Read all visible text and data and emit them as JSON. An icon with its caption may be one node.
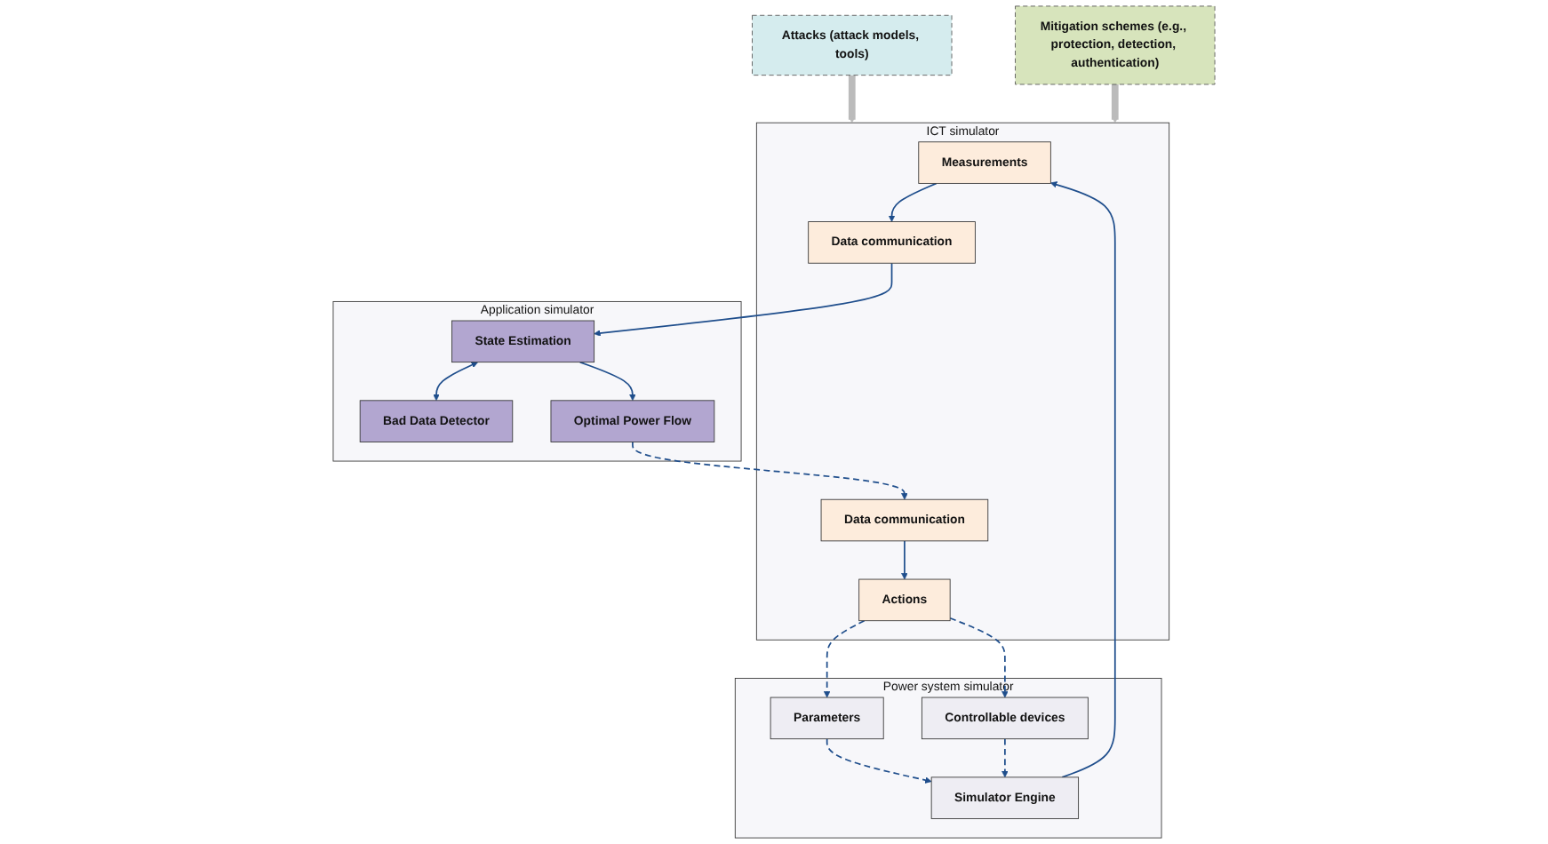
{
  "diagram": {
    "nodes": [
      {
        "text": [
          "Attacks (attack models, tools)"
        ]
      },
      {
        "text": [
          "Power system simulator"
        ]
      },
      {
        "text": [
          "Simulator Engine"
        ],
        "in": 1
      },
      {
        "text": [
          "Parameters"
        ],
        "in": 1
      },
      {
        "text": [
          "Controllable devices"
        ],
        "in": 1
      },
      {
        "text": [
          "ICT simulator"
        ]
      },
      {
        "text": [
          "Measurements"
        ],
        "in": 5
      },
      {
        "text": [
          "Data communication"
        ],
        "in": 5
      },
      {
        "text": [
          "Actions"
        ],
        "in": 5
      },
      {
        "text": [
          "Data communication"
        ],
        "in": 5
      },
      {
        "text": [
          "Application simulator"
        ]
      },
      {
        "text": [
          "State Estimation"
        ],
        "in": 10
      },
      {
        "text": [
          "Bad Data Detector"
        ],
        "in": 10
      },
      {
        "text": [
          "Optimal Power Flow"
        ],
        "in": 10
      },
      {
        "text": [
          "Mitigation schemes (e.g., protection, detection, authentication)"
        ]
      }
    ],
    "edges": [
      {
        "from": 0,
        "to": 5,
        "arrow": "to",
        "style": "thick",
        "color": "#bbbbbb"
      },
      {
        "from": 2,
        "to": 6,
        "arrow": "to"
      },
      {
        "from": 6,
        "to": 7,
        "arrow": "to"
      },
      {
        "from": 7,
        "to": 11,
        "arrow": "to"
      },
      {
        "from": 11,
        "to": 12,
        "arrow": "both"
      },
      {
        "from": 11,
        "to": 13,
        "arrow": "to"
      },
      {
        "from": 13,
        "to": 9,
        "arrow": "to",
        "style": "dashed"
      },
      {
        "from": 9,
        "to": 8,
        "arrow": "to"
      },
      {
        "from": 8,
        "to": 4,
        "arrow": "to",
        "style": "dashed"
      },
      {
        "from": 8,
        "to": 3,
        "arrow": "to",
        "style": "dashed"
      },
      {
        "from": 3,
        "to": 2,
        "arrow": "to",
        "style": "dashed"
      },
      {
        "from": 4,
        "to": 2,
        "arrow": "to",
        "style": "dashed"
      },
      {
        "from": 14,
        "to": 5,
        "arrow": "to",
        "style": "thick",
        "color": "#bbbbbb"
      }
    ]
  }
}
